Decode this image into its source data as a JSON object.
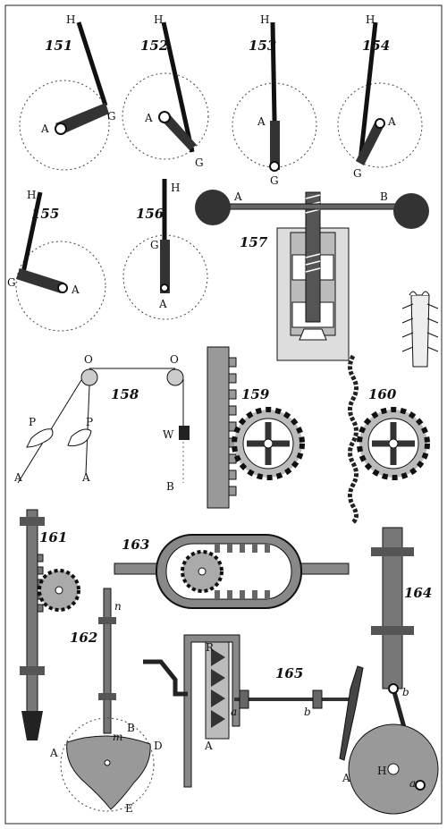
{
  "figures": {
    "f151": {
      "number": "151",
      "labels": {
        "h": "H",
        "a": "A",
        "g": "G"
      }
    },
    "f152": {
      "number": "152",
      "labels": {
        "h": "H",
        "a": "A",
        "g": "G"
      }
    },
    "f153": {
      "number": "153",
      "labels": {
        "h": "H",
        "a": "A",
        "g": "G"
      }
    },
    "f154": {
      "number": "154",
      "labels": {
        "h": "H",
        "a": "A",
        "g": "G"
      }
    },
    "f155": {
      "number": "155",
      "labels": {
        "h": "H",
        "g": "G",
        "a": "A"
      }
    },
    "f156": {
      "number": "156",
      "labels": {
        "h": "H",
        "g": "G",
        "a": "A"
      }
    },
    "f157": {
      "number": "157",
      "labels": {
        "a": "A",
        "b": "B"
      }
    },
    "f158": {
      "number": "158",
      "labels": {
        "o1": "O",
        "o2": "O",
        "p1": "P",
        "p2": "P",
        "w": "W",
        "a1": "A",
        "a2": "A",
        "b": "B"
      }
    },
    "f159": {
      "number": "159"
    },
    "f160": {
      "number": "160"
    },
    "f161": {
      "number": "161"
    },
    "f162": {
      "number": "162",
      "labels": {
        "n": "n",
        "m": "m",
        "b": "B",
        "a": "A",
        "d": "D",
        "e": "E"
      }
    },
    "f163": {
      "number": "163"
    },
    "f164": {
      "number": "164",
      "labels": {
        "b": "b",
        "a": "a",
        "h": "H",
        "big_a": "A"
      }
    },
    "f165": {
      "number": "165",
      "labels": {
        "r": "R",
        "a": "a",
        "b": "b",
        "big_a": "A"
      }
    }
  }
}
